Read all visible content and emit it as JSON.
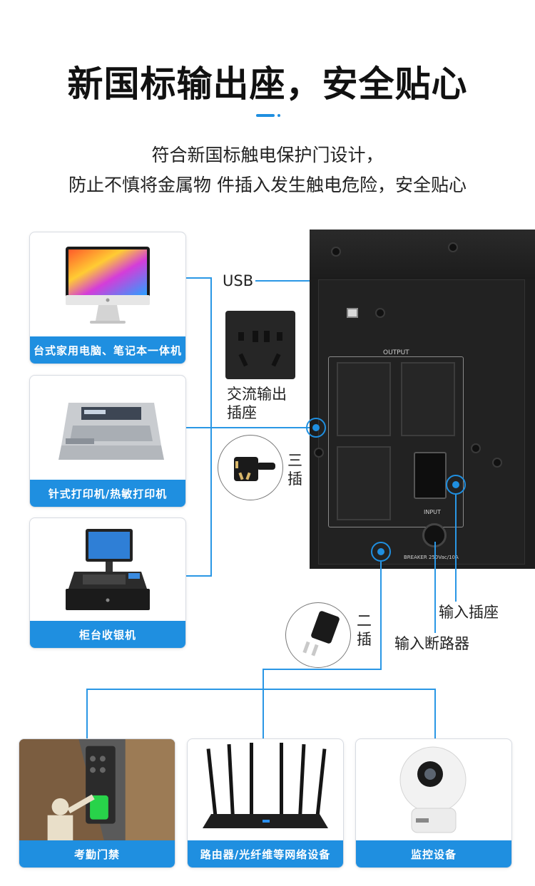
{
  "header": {
    "title": "新国标输出座，安全贴心",
    "subtitle_line1": "符合新国标触电保护门设计，",
    "subtitle_line2": "防止不慎将金属物 件插入发生触电危险，安全贴心"
  },
  "left_cards": [
    {
      "caption": "台式家用电脑、笔记本一体机"
    },
    {
      "caption": "针式打印机/热敏打印机"
    },
    {
      "caption": "柜台收银机"
    }
  ],
  "bottom_cards": [
    {
      "caption": "考勤门禁"
    },
    {
      "caption": "路由器/光纤维等网络设备"
    },
    {
      "caption": "监控设备"
    }
  ],
  "callouts": {
    "usb": "USB",
    "ac_output": "交流输出\n插座",
    "three_pin": "三\n插",
    "two_pin": "二\n插",
    "input_socket": "输入插座",
    "input_breaker": "输入断路器"
  },
  "device_labels": {
    "output": "OUTPUT",
    "input": "INPUT",
    "breaker": "BREAKER 250Vac/10A"
  },
  "colors": {
    "accent": "#1f8fe0"
  }
}
